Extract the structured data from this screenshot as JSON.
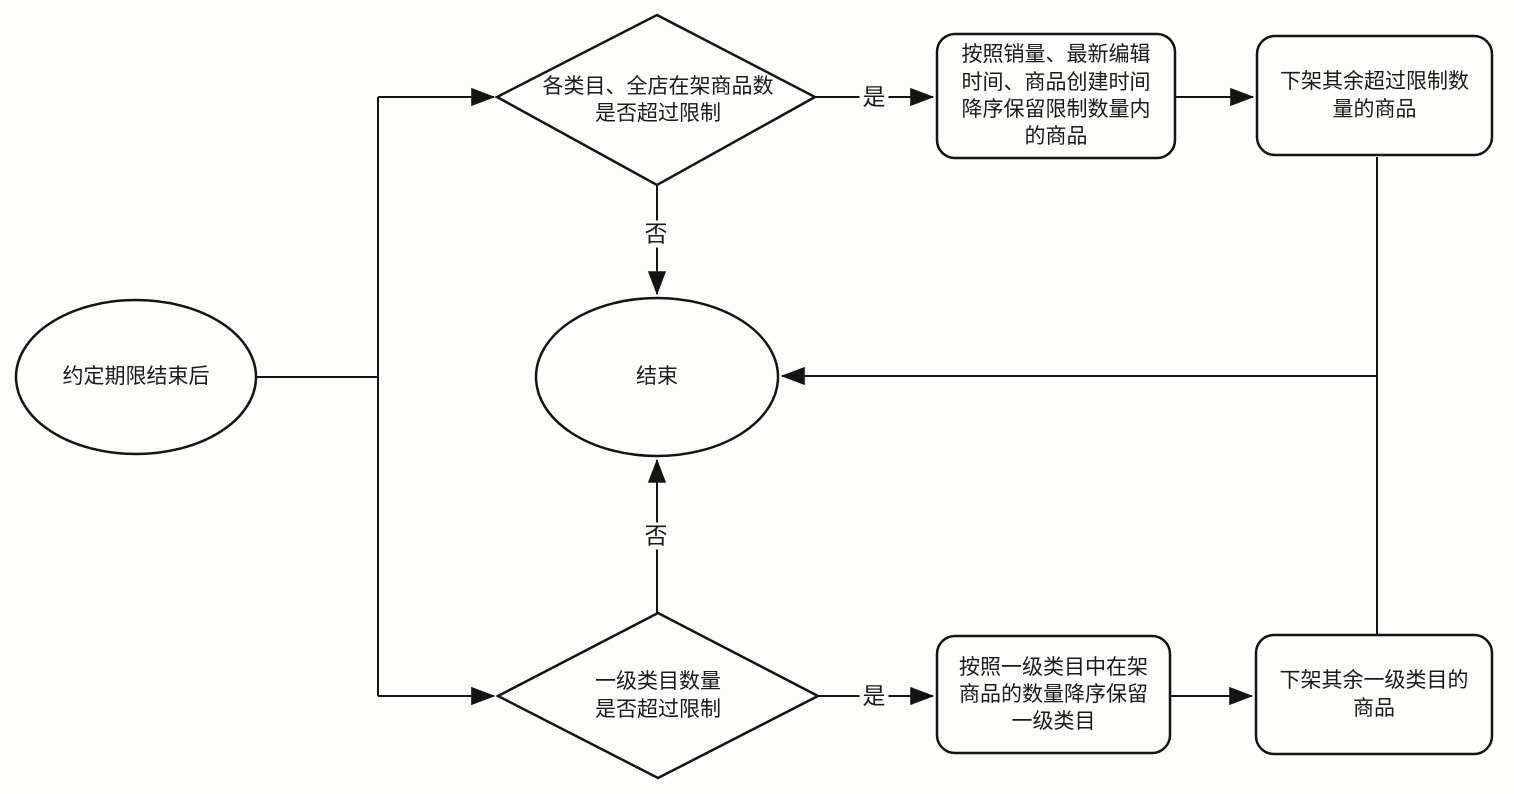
{
  "canvas": {
    "background": "#fdfdfc",
    "stroke_color": "#141414",
    "text_color": "#1a1a1a"
  },
  "nodes": {
    "start": {
      "shape": "ellipse",
      "label": "约定期限结束后"
    },
    "check_listing_limit": {
      "shape": "diamond",
      "label": "各类目、全店在架商品数\n是否超过限制"
    },
    "keep_within_limit": {
      "shape": "process",
      "label": "按照销量、最新编辑\n时间、商品创建时间\n降序保留限制数量内\n的商品"
    },
    "delist_excess_items": {
      "shape": "process",
      "label": "下架其余超过限制数\n量的商品"
    },
    "end": {
      "shape": "ellipse",
      "label": "结束"
    },
    "check_category_limit": {
      "shape": "diamond",
      "label": "一级类目数量\n是否超过限制"
    },
    "keep_categories": {
      "shape": "process",
      "label": "按照一级类目中在架\n商品的数量降序保留\n一级类目"
    },
    "delist_excess_categories": {
      "shape": "process",
      "label": "下架其余一级类目的\n商品"
    }
  },
  "edge_labels": {
    "yes_top": "是",
    "no_top": "否",
    "yes_bottom": "是",
    "no_bottom": "否"
  }
}
